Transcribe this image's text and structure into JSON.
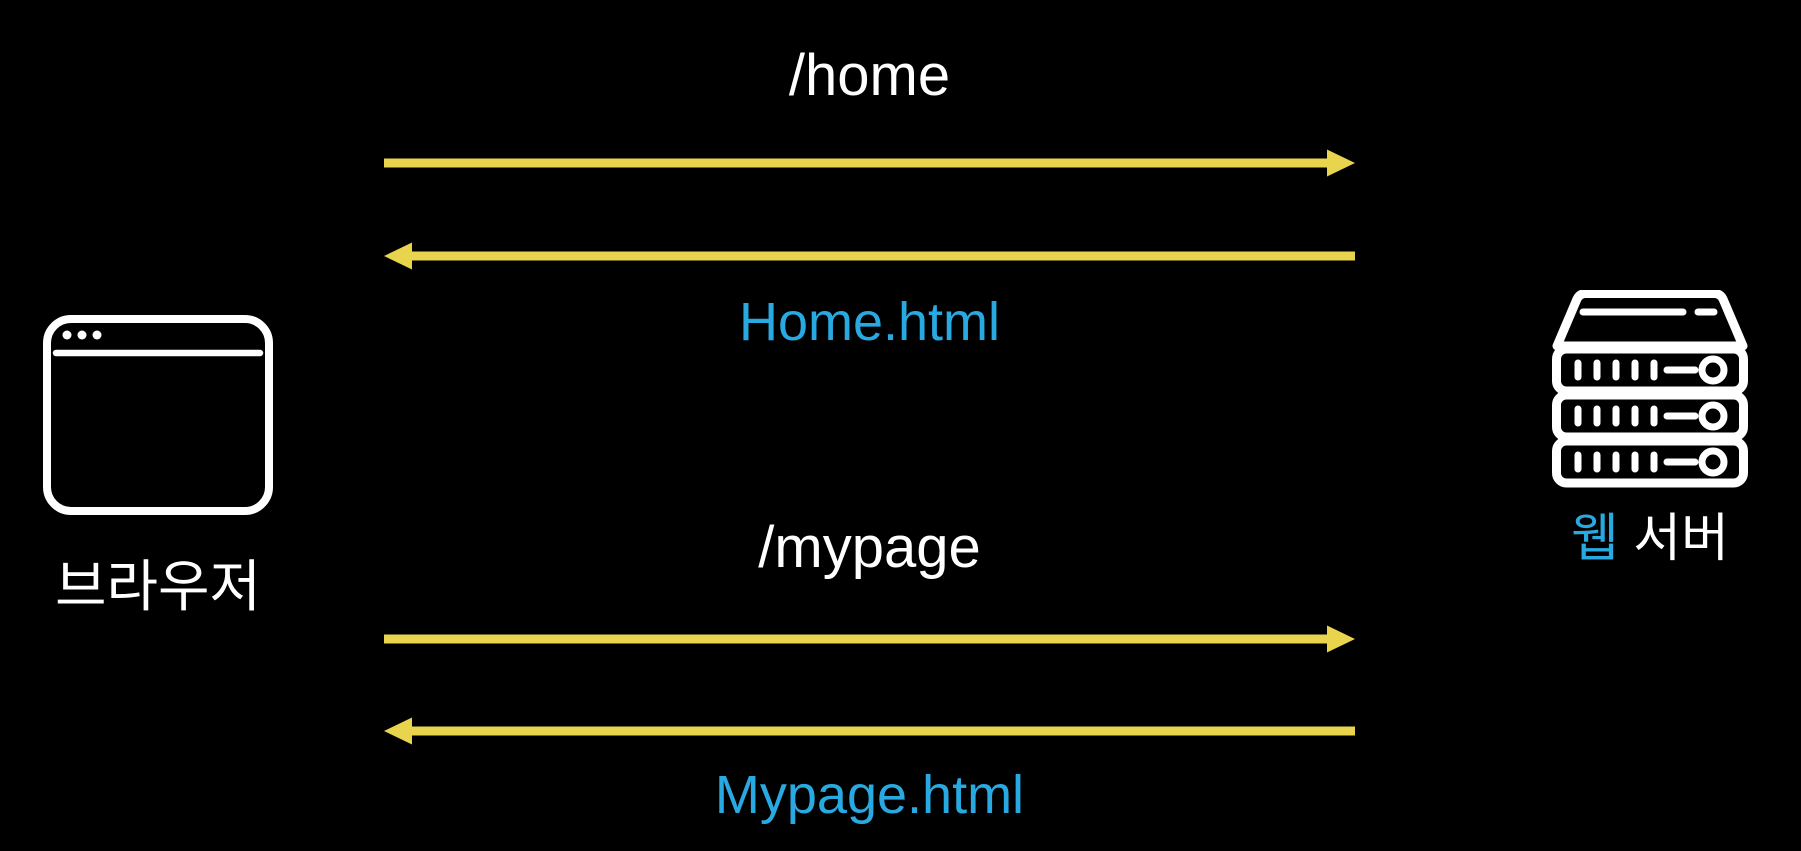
{
  "diagram": {
    "colors": {
      "background": "#000000",
      "arrow": "#E9D44E",
      "response": "#29A9E1",
      "text": "#FFFFFF"
    },
    "browser": {
      "label": "브라우저",
      "icon": "browser-window-icon"
    },
    "server": {
      "label_web": "웹",
      "label_server": " 서버",
      "icon": "server-rack-icon"
    },
    "exchanges": [
      {
        "request": "/home",
        "response": "Home.html"
      },
      {
        "request": "/mypage",
        "response": "Mypage.html"
      }
    ]
  }
}
